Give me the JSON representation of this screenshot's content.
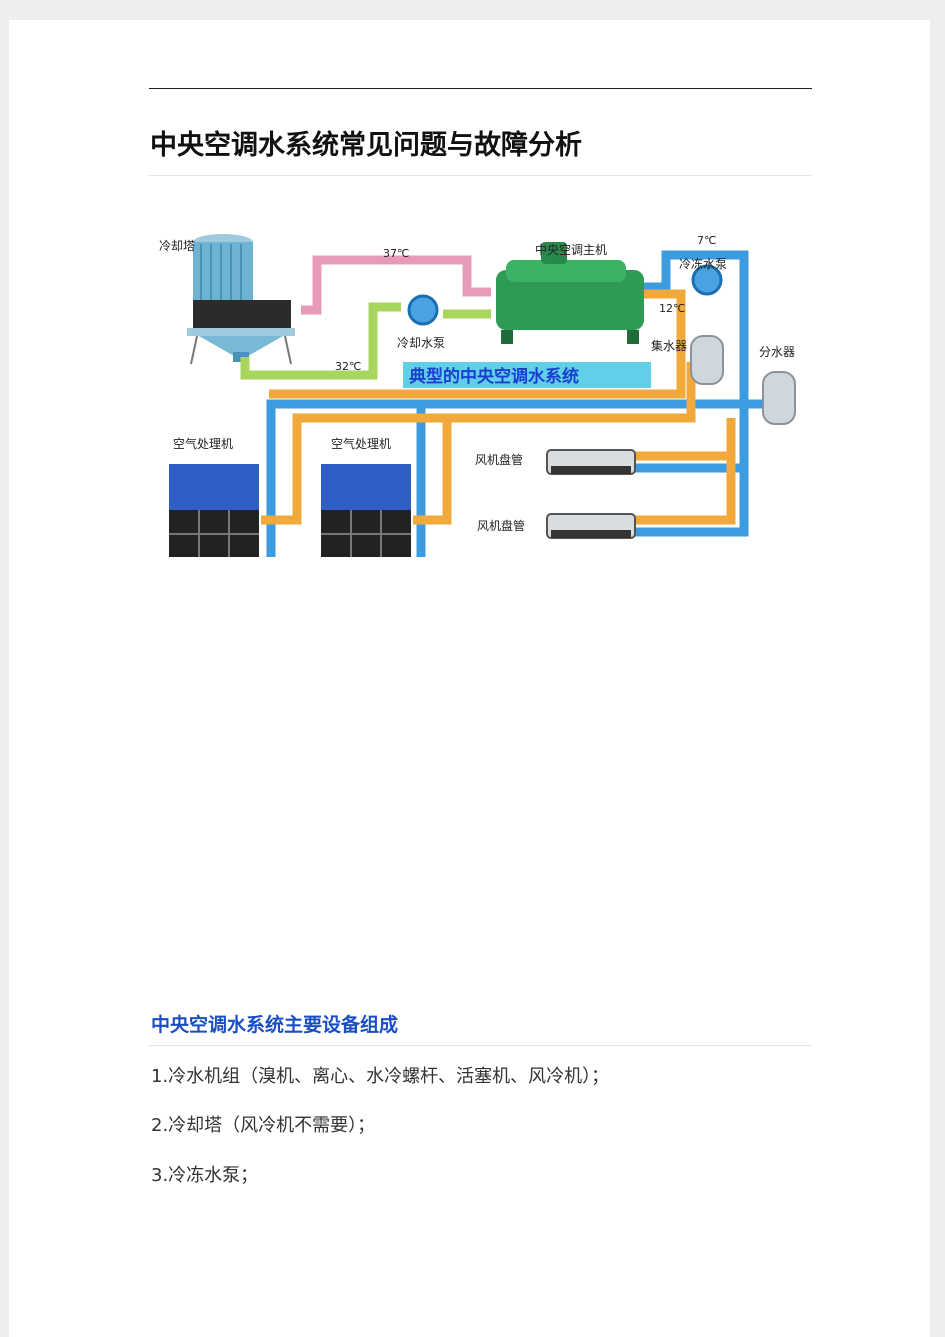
{
  "document": {
    "title": "中央空调水系统常见问题与故障分析",
    "section_heading": "中央空调水系统主要设备组成",
    "list_items": [
      "1.冷水机组（溴机、离心、水冷螺杆、活塞机、风冷机）；",
      "2.冷却塔（风冷机不需要）；",
      "3.冷冻水泵；"
    ]
  },
  "figure": {
    "banner": "典型的中央空调水系统",
    "labels": {
      "cooling_tower": "冷却塔",
      "chiller": "中央空调主机",
      "chilled_pump": "冷冻水泵",
      "cooling_pump": "冷却水泵",
      "collector": "集水器",
      "distributor": "分水器",
      "ahu_1": "空气处理机",
      "ahu_2": "空气处理机",
      "fcu_1": "风机盘管",
      "fcu_2": "风机盘管",
      "temp_37": "37℃",
      "temp_32": "32℃",
      "temp_7": "7℃",
      "temp_12": "12℃"
    },
    "colors": {
      "hot_pipe": "#e89ab8",
      "warm_pipe": "#a8d65c",
      "cold_pipe": "#3d9be0",
      "return_pipe": "#f2a93b",
      "chiller": "#2e9a55",
      "banner_bg": "#5fd0e8",
      "banner_text": "#1a3fd0"
    }
  }
}
